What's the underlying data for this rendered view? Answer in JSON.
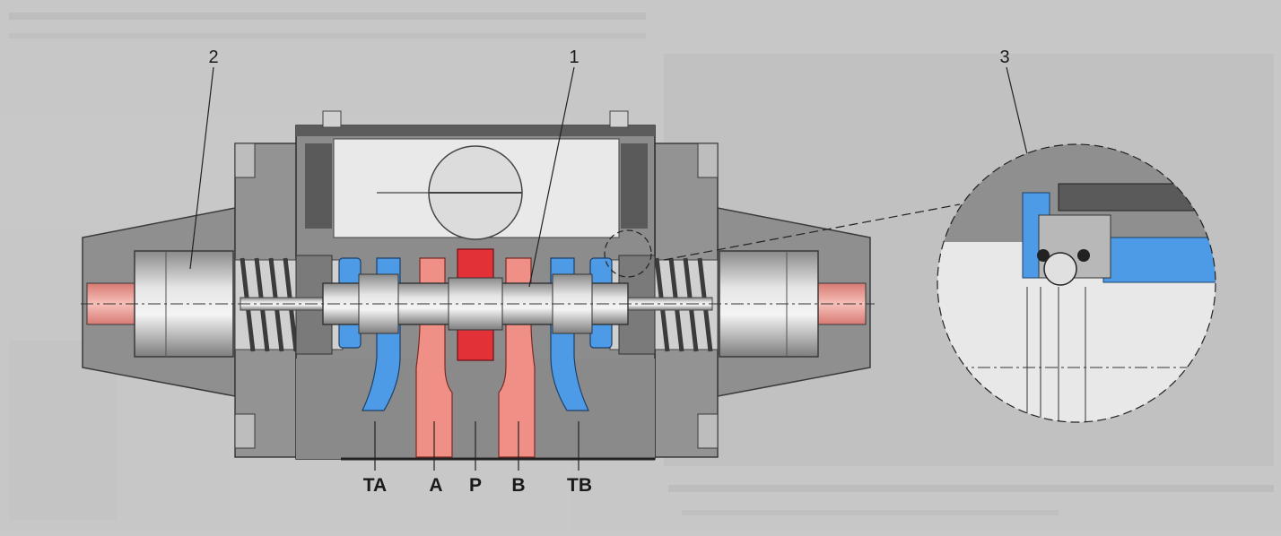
{
  "callouts": {
    "valve_spool": "1",
    "spring_chamber": "2",
    "detent_detail": "3"
  },
  "ports": {
    "ta": "TA",
    "a": "A",
    "p": "P",
    "b": "B",
    "tb": "TB"
  },
  "colors": {
    "pressure": "#e23238",
    "working": "#ef8f85",
    "tank": "#4d9be6",
    "body": "#8f8f8f",
    "steel": "#b9b9b9",
    "background": "#c9c9c9"
  }
}
